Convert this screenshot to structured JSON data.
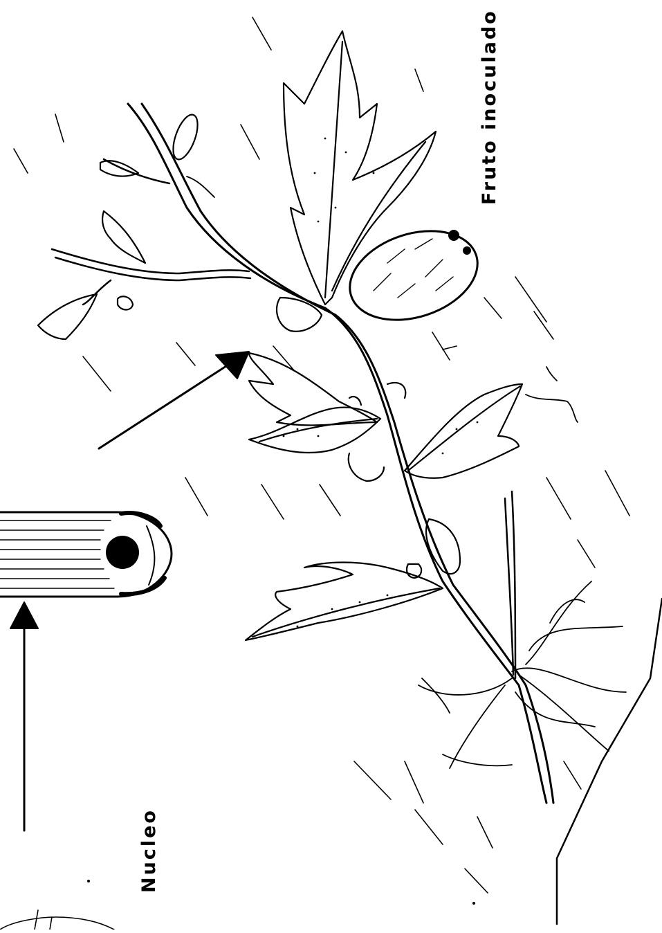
{
  "labels": {
    "fruit": "Fruto inoculado",
    "nucleus": "Nucleo"
  },
  "colors": {
    "ink": "#000000",
    "paper": "#ffffff"
  },
  "elements": {
    "plant": "tomato-plant-drawing",
    "fruit": "inoculated-fruit",
    "nucleus_tube": "test-tube-with-nucleus",
    "arrows": [
      "arrow-to-plant",
      "arrow-to-tube"
    ]
  }
}
